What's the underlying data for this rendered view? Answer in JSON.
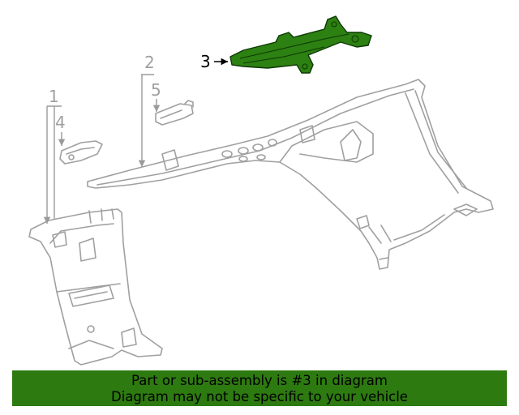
{
  "callouts": {
    "n1": "1",
    "n2": "2",
    "n3": "3",
    "n4": "4",
    "n5": "5"
  },
  "highlight_color": "#2d8012",
  "banner": {
    "line1": "Part or sub-assembly is #3 in diagram",
    "line2": "Diagram may not be specific to your vehicle",
    "background": "#2d7a10",
    "text_color": "#000000"
  }
}
